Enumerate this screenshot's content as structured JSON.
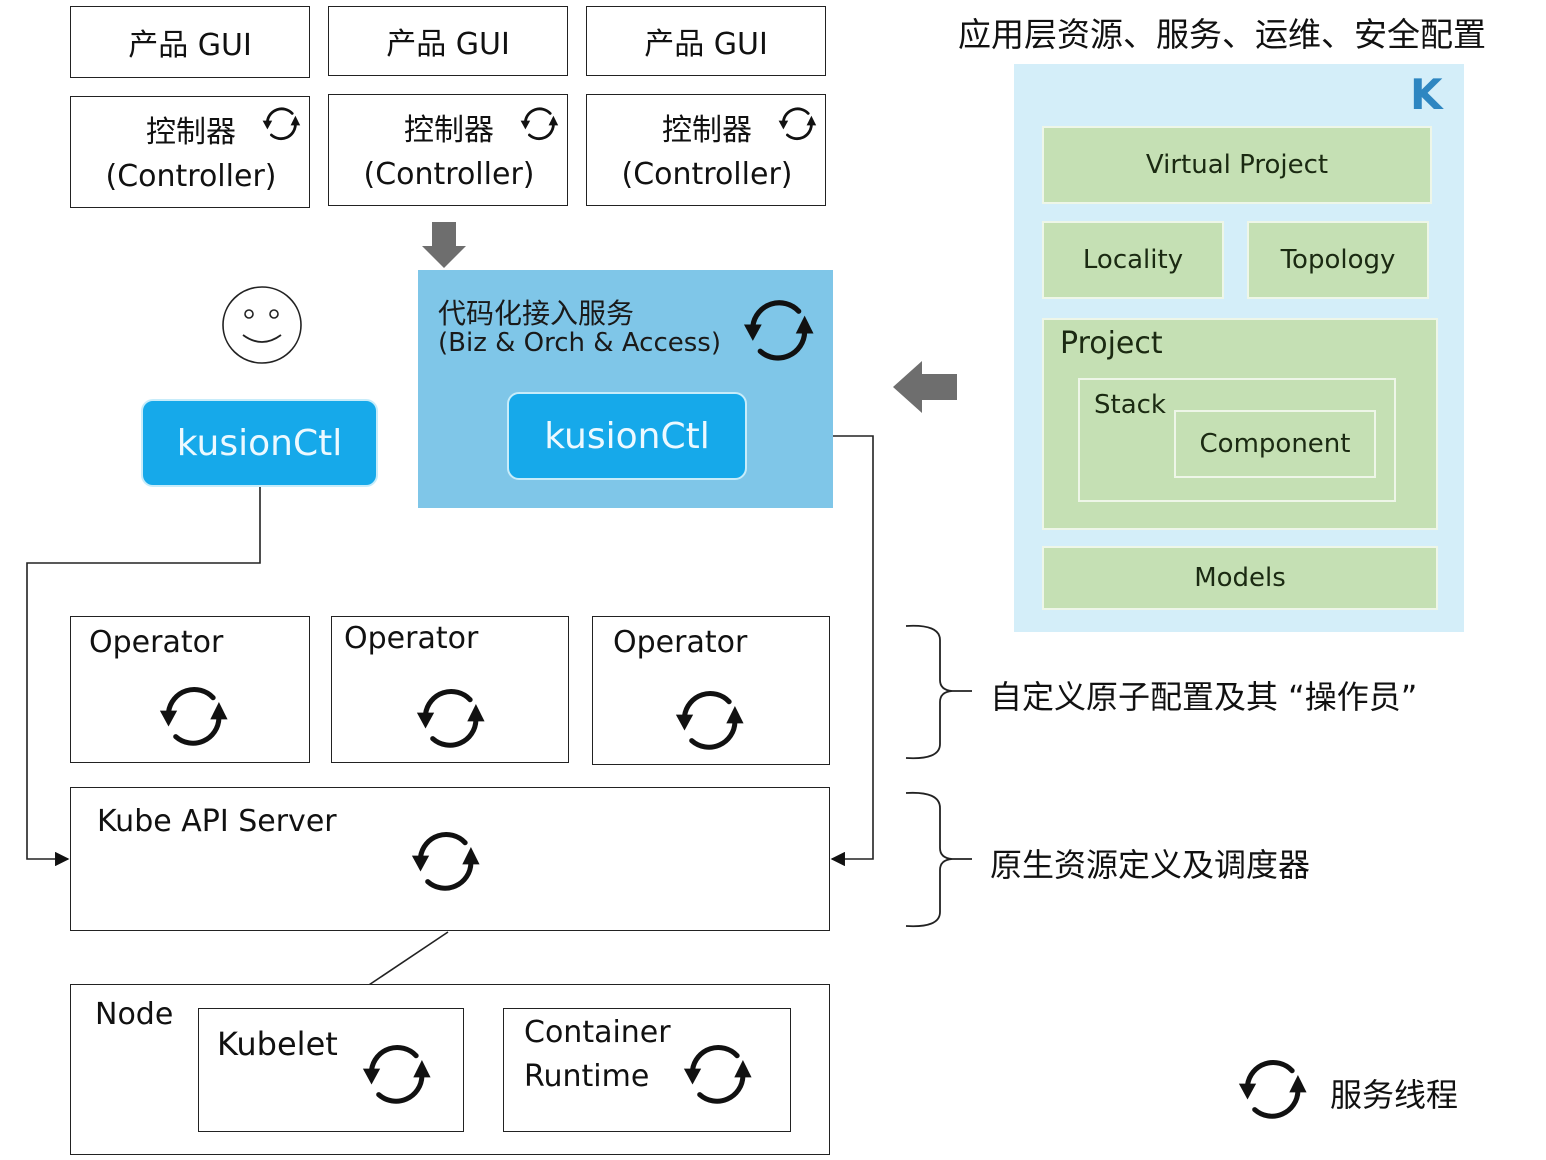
{
  "top_row": {
    "gui_boxes": [
      {
        "label": "产品 GUI"
      },
      {
        "label": "产品 GUI"
      },
      {
        "label": "产品 GUI"
      }
    ],
    "controllers": [
      {
        "label_zh": "控制器",
        "label_en": "(Controller)"
      },
      {
        "label_zh": "控制器",
        "label_en": "(Controller)"
      },
      {
        "label_zh": "控制器",
        "label_en": "(Controller)"
      }
    ]
  },
  "user": {
    "avatar_icon": "smiley-face-icon",
    "cli_label": "kusionCtl"
  },
  "access_service": {
    "title_zh": "代码化接入服务",
    "title_en": "(Biz & Orch & Access)",
    "cli_label": "kusionCtl",
    "bg_color": "#7fc6e8"
  },
  "kusion_panel": {
    "heading": "应用层资源、服务、运维、安全配置",
    "logo_letter": "K",
    "logo_color": "#2e86c1",
    "bg_color": "#d4eef9",
    "block_color": "#c5e0b4",
    "virtual_project": "Virtual Project",
    "locality": "Locality",
    "topology": "Topology",
    "project": "Project",
    "stack": "Stack",
    "component": "Component",
    "models": "Models"
  },
  "operators": [
    {
      "label": "Operator"
    },
    {
      "label": "Operator"
    },
    {
      "label": "Operator"
    }
  ],
  "api_server": {
    "label": "Kube API Server"
  },
  "node": {
    "label": "Node",
    "kubelet": "Kubelet",
    "runtime_line1": "Container",
    "runtime_line2": "Runtime"
  },
  "annotations": {
    "operators_note": "自定义原子配置及其 “操作员”",
    "api_note": "原生资源定义及调度器"
  },
  "legend": {
    "icon": "sync-loop-icon",
    "label": "服务线程"
  }
}
